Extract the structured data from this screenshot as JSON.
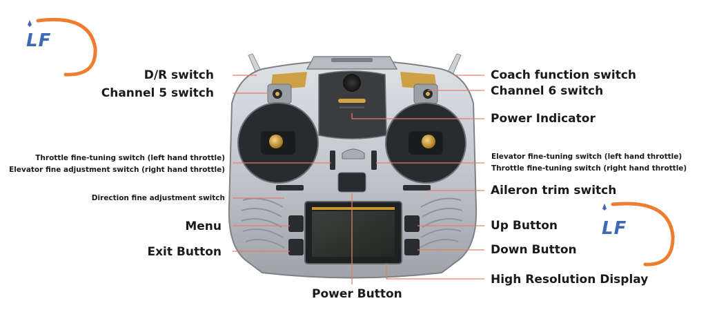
{
  "logo": {
    "text": "LF",
    "ring_color": "#ef7d2f",
    "text_color": "#3d6ab3"
  },
  "labels_left": {
    "dr_switch": "D/R switch",
    "channel5_switch": "Channel 5 switch",
    "throttle_fine_left": "Throttle fine-tuning switch (left hand throttle)",
    "elevator_fine_right": "Elevator fine adjustment switch (right hand throttle)",
    "direction_fine": "Direction fine adjustment switch",
    "menu": "Menu",
    "exit_button": "Exit Button"
  },
  "labels_right": {
    "coach_switch": "Coach function switch",
    "channel6_switch": "Channel 6 switch",
    "power_indicator": "Power Indicator",
    "elevator_fine_left": "Elevator fine-tuning switch (left hand throttle)",
    "throttle_fine_right": "Throttle fine-tuning switch (right hand throttle)",
    "aileron_trim": "Aileron trim switch",
    "up_button": "Up Button",
    "down_button": "Down Button",
    "hi_res_display": "High Resolution Display"
  },
  "labels_bottom": {
    "power_button": "Power Button"
  },
  "colors": {
    "leader_line": "#e07f6a",
    "body_silver": "#c9ccd1",
    "gold_accent": "#c9962b"
  }
}
